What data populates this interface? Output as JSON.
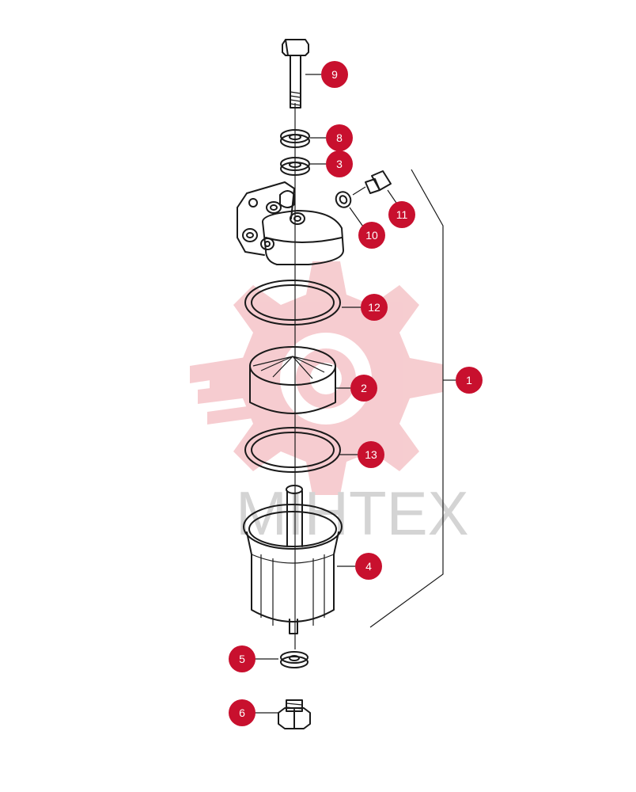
{
  "watermark": {
    "text": "MIHTEX",
    "gear_color": "#f5c4c8",
    "text_color": "#d4d4d4"
  },
  "callout_color": "#c8102e",
  "callouts": [
    {
      "id": "9",
      "label": "9"
    },
    {
      "id": "8",
      "label": "8"
    },
    {
      "id": "3",
      "label": "3"
    },
    {
      "id": "11",
      "label": "11"
    },
    {
      "id": "10",
      "label": "10"
    },
    {
      "id": "12",
      "label": "12"
    },
    {
      "id": "2",
      "label": "2"
    },
    {
      "id": "1",
      "label": "1"
    },
    {
      "id": "13",
      "label": "13"
    },
    {
      "id": "4",
      "label": "4"
    },
    {
      "id": "5",
      "label": "5"
    },
    {
      "id": "6",
      "label": "6"
    }
  ]
}
